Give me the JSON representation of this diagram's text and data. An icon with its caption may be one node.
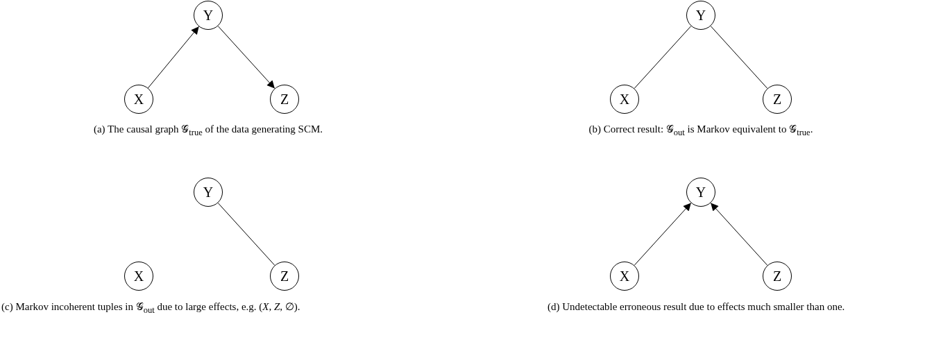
{
  "diagram": {
    "nodes": [
      {
        "text": [
          "Y"
        ]
      },
      {
        "text": [
          "X"
        ]
      },
      {
        "text": [
          "Z"
        ]
      },
      {
        "text": [
          "Y"
        ]
      },
      {
        "text": [
          "X"
        ]
      },
      {
        "text": [
          "Z"
        ]
      },
      {
        "text": [
          "Y"
        ]
      },
      {
        "text": [
          "X"
        ]
      },
      {
        "text": [
          "Z"
        ]
      },
      {
        "text": [
          "Y"
        ]
      },
      {
        "text": [
          "X"
        ]
      },
      {
        "text": [
          "Z"
        ]
      }
    ],
    "edges": [
      {
        "from": 1,
        "to": 0,
        "arrow": "to"
      },
      {
        "from": 0,
        "to": 2,
        "arrow": "to"
      },
      {
        "from": 3,
        "to": 4,
        "arrow": "none"
      },
      {
        "from": 3,
        "to": 5,
        "arrow": "none"
      },
      {
        "from": 6,
        "to": 8,
        "arrow": "none"
      },
      {
        "from": 10,
        "to": 9,
        "arrow": "to"
      },
      {
        "from": 11,
        "to": 9,
        "arrow": "to"
      }
    ],
    "labels": [
      "(a) The causal graph 𝒢$_{true}$ of the data generating SCM.",
      "(b) Correct result: 𝒢$_{out}$ is Markov equivalent to 𝒢$_{true}$.",
      "(c) Markov incoherent tuples in 𝒢$_{out}$ due to large effects, e.g. (*X*, *Z*, ∅).",
      "(d) Undetectable erroneous result due to effects much smaller than one."
    ]
  }
}
